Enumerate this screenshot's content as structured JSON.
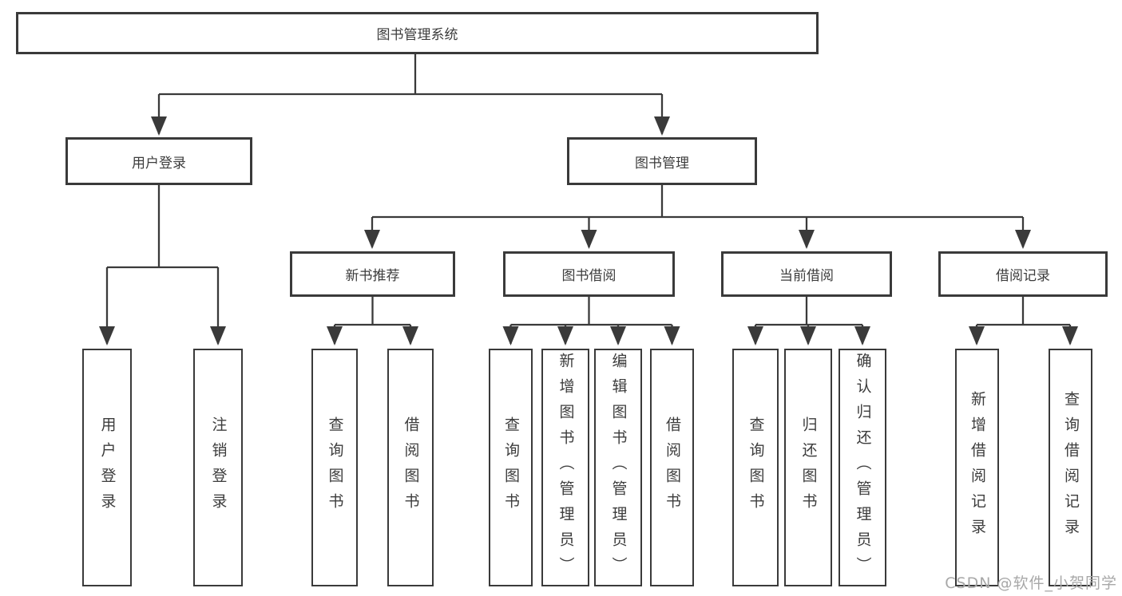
{
  "colors": {
    "line": "#3a3a3a",
    "text": "#3c3c3c",
    "box_background": "#ffffff",
    "watermark": "#a8a8a8"
  },
  "tree": {
    "root": "图书管理系统",
    "branches": [
      {
        "label": "用户登录",
        "leaves": [
          "用户登录",
          "注销登录"
        ]
      },
      {
        "label": "图书管理",
        "children": [
          {
            "label": "新书推荐",
            "leaves": [
              "查询图书",
              "借阅图书"
            ]
          },
          {
            "label": "图书借阅",
            "leaves": [
              "查询图书",
              "新增图书（管理员）",
              "编辑图书（管理员）",
              "借阅图书"
            ]
          },
          {
            "label": "当前借阅",
            "leaves": [
              "查询图书",
              "归还图书",
              "确认归还（管理员）"
            ]
          },
          {
            "label": "借阅记录",
            "leaves": [
              "新增借阅记录",
              "查询借阅记录"
            ]
          }
        ]
      }
    ]
  },
  "watermark": {
    "text": "CSDN @软件_小贺同学"
  }
}
